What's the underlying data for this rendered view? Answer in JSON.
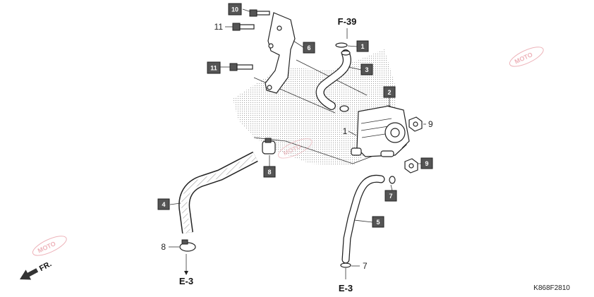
{
  "diagram": {
    "code": "K868F2810",
    "refs": {
      "top": "F-39",
      "bottom_left": "E-3",
      "bottom_center": "E-3"
    },
    "direction_label": "FR.",
    "watermark": "MOTO",
    "callouts": [
      {
        "id": "c10",
        "text": "10",
        "boxed": true
      },
      {
        "id": "c11a",
        "text": "11",
        "boxed": false
      },
      {
        "id": "c11b",
        "text": "11",
        "boxed": true
      },
      {
        "id": "c6",
        "text": "6",
        "boxed": true
      },
      {
        "id": "c1a",
        "text": "1",
        "boxed": true
      },
      {
        "id": "c3",
        "text": "3",
        "boxed": true
      },
      {
        "id": "c2",
        "text": "2",
        "boxed": true
      },
      {
        "id": "c1b",
        "text": "1",
        "boxed": false
      },
      {
        "id": "c9a",
        "text": "9",
        "boxed": false
      },
      {
        "id": "c9b",
        "text": "9",
        "boxed": true
      },
      {
        "id": "c8a",
        "text": "8",
        "boxed": true
      },
      {
        "id": "c4",
        "text": "4",
        "boxed": true
      },
      {
        "id": "c8b",
        "text": "8",
        "boxed": false
      },
      {
        "id": "c7a",
        "text": "7",
        "boxed": true
      },
      {
        "id": "c5",
        "text": "5",
        "boxed": true
      },
      {
        "id": "c7b",
        "text": "7",
        "boxed": false
      }
    ]
  }
}
